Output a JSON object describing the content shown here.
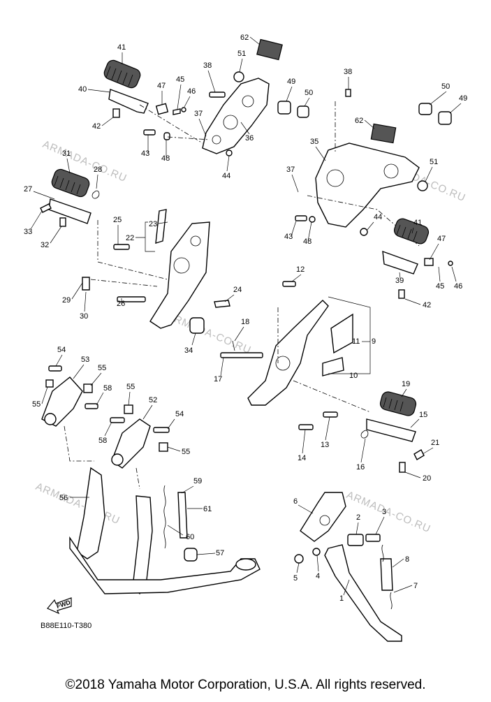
{
  "watermark": "ARMADA-CO.RU",
  "callouts": [
    "1",
    "2",
    "3",
    "4",
    "5",
    "6",
    "7",
    "8",
    "9",
    "10",
    "11",
    "12",
    "13",
    "14",
    "15",
    "16",
    "17",
    "18",
    "19",
    "20",
    "21",
    "22",
    "23",
    "24",
    "25",
    "26",
    "27",
    "28",
    "29",
    "30",
    "31",
    "32",
    "33",
    "34",
    "35",
    "36",
    "37",
    "38",
    "39",
    "40",
    "41",
    "42",
    "43",
    "44",
    "45",
    "46",
    "47",
    "48",
    "49",
    "50",
    "51",
    "52",
    "53",
    "54",
    "55",
    "56",
    "57",
    "58",
    "59",
    "60",
    "61",
    "62"
  ],
  "fwd_label": "FWD",
  "diagram_code": "B88E110-T380",
  "copyright": "©2018 Yamaha Motor Corporation, U.S.A. All rights reserved."
}
